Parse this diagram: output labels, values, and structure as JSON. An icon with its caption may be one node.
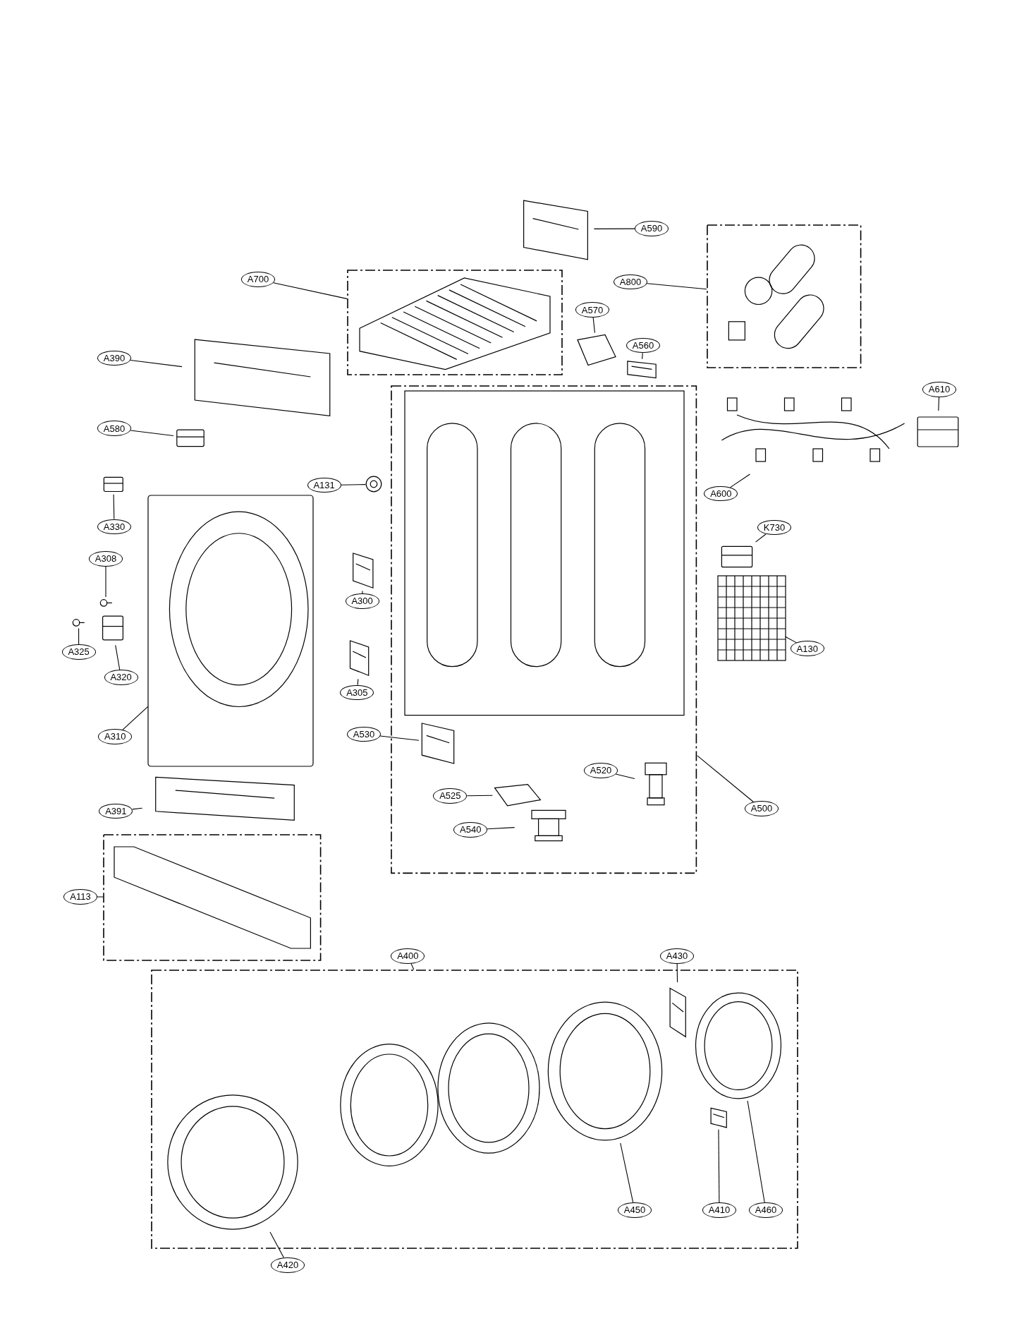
{
  "diagram": {
    "nodes": [
      {
        "text": [
          "A590"
        ]
      },
      {
        "text": [],
        "shape": "picture"
      },
      {
        "text": [
          "A700"
        ]
      },
      {
        "text": [],
        "shape": "box"
      },
      {
        "text": [],
        "shape": "picture",
        "in": 3
      },
      {
        "text": [
          "A800"
        ]
      },
      {
        "text": [],
        "shape": "box"
      },
      {
        "text": [],
        "shape": "picture",
        "in": 6
      },
      {
        "text": [
          "A570"
        ]
      },
      {
        "text": [],
        "shape": "picture"
      },
      {
        "text": [
          "A560"
        ]
      },
      {
        "text": [],
        "shape": "picture"
      },
      {
        "text": [
          "A390"
        ]
      },
      {
        "text": [],
        "shape": "picture"
      },
      {
        "text": [
          "A580"
        ]
      },
      {
        "text": [],
        "shape": "picture"
      },
      {
        "text": [
          "A610"
        ]
      },
      {
        "text": [],
        "shape": "picture"
      },
      {
        "text": [
          "A131"
        ]
      },
      {
        "text": [],
        "shape": "picture"
      },
      {
        "text": [
          "A600"
        ]
      },
      {
        "text": [],
        "shape": "picture"
      },
      {
        "text": [
          "A330"
        ]
      },
      {
        "text": [],
        "shape": "picture"
      },
      {
        "text": [
          "K730"
        ]
      },
      {
        "text": [],
        "shape": "picture"
      },
      {
        "text": [
          "A308"
        ]
      },
      {
        "text": [],
        "shape": "picture"
      },
      {
        "text": [
          "A300"
        ]
      },
      {
        "text": [],
        "shape": "picture"
      },
      {
        "text": [
          "A130"
        ]
      },
      {
        "text": [],
        "shape": "picture"
      },
      {
        "text": [
          "A325"
        ]
      },
      {
        "text": [],
        "shape": "picture"
      },
      {
        "text": [
          "A320"
        ]
      },
      {
        "text": [],
        "shape": "picture"
      },
      {
        "text": [
          "A305"
        ]
      },
      {
        "text": [],
        "shape": "picture"
      },
      {
        "text": [
          "A310"
        ]
      },
      {
        "text": [],
        "shape": "picture"
      },
      {
        "text": [
          "A500"
        ]
      },
      {
        "text": [],
        "shape": "box"
      },
      {
        "text": [],
        "shape": "picture",
        "in": 41
      },
      {
        "text": [
          "A530"
        ]
      },
      {
        "text": [],
        "shape": "picture",
        "in": 41
      },
      {
        "text": [
          "A520"
        ],
        "in": 41
      },
      {
        "text": [],
        "shape": "picture",
        "in": 41
      },
      {
        "text": [
          "A525"
        ],
        "in": 41
      },
      {
        "text": [],
        "shape": "picture",
        "in": 41
      },
      {
        "text": [
          "A540"
        ],
        "in": 41
      },
      {
        "text": [],
        "shape": "picture",
        "in": 41
      },
      {
        "text": [
          "A391"
        ]
      },
      {
        "text": [],
        "shape": "picture"
      },
      {
        "text": [
          "A113"
        ]
      },
      {
        "text": [],
        "shape": "box"
      },
      {
        "text": [],
        "shape": "picture",
        "in": 54
      },
      {
        "text": [
          "A400"
        ]
      },
      {
        "text": [],
        "shape": "box"
      },
      {
        "text": [
          "A430"
        ]
      },
      {
        "text": [],
        "shape": "picture",
        "in": 57
      },
      {
        "text": [
          "A450"
        ],
        "in": 57
      },
      {
        "text": [],
        "shape": "picture",
        "in": 57
      },
      {
        "text": [
          "A410"
        ],
        "in": 57
      },
      {
        "text": [],
        "shape": "picture",
        "in": 57
      },
      {
        "text": [
          "A460"
        ],
        "in": 57
      },
      {
        "text": [],
        "shape": "picture",
        "in": 57
      },
      {
        "text": [
          "A420"
        ]
      },
      {
        "text": [],
        "shape": "picture",
        "in": 57
      }
    ],
    "edges": [
      {
        "from": 0,
        "to": 1,
        "arrow": "none"
      },
      {
        "from": 2,
        "to": 3,
        "arrow": "none"
      },
      {
        "from": 5,
        "to": 6,
        "arrow": "none"
      },
      {
        "from": 8,
        "to": 9,
        "arrow": "none"
      },
      {
        "from": 10,
        "to": 11,
        "arrow": "none"
      },
      {
        "from": 12,
        "to": 13,
        "arrow": "none"
      },
      {
        "from": 14,
        "to": 15,
        "arrow": "none"
      },
      {
        "from": 16,
        "to": 17,
        "arrow": "none"
      },
      {
        "from": 18,
        "to": 19,
        "arrow": "none"
      },
      {
        "from": 20,
        "to": 21,
        "arrow": "none"
      },
      {
        "from": 22,
        "to": 23,
        "arrow": "none"
      },
      {
        "from": 24,
        "to": 25,
        "arrow": "none"
      },
      {
        "from": 26,
        "to": 27,
        "arrow": "none"
      },
      {
        "from": 28,
        "to": 29,
        "arrow": "none"
      },
      {
        "from": 30,
        "to": 31,
        "arrow": "none"
      },
      {
        "from": 32,
        "to": 33,
        "arrow": "none"
      },
      {
        "from": 34,
        "to": 35,
        "arrow": "none"
      },
      {
        "from": 36,
        "to": 37,
        "arrow": "none"
      },
      {
        "from": 38,
        "to": 39,
        "arrow": "none"
      },
      {
        "from": 40,
        "to": 41,
        "arrow": "none"
      },
      {
        "from": 43,
        "to": 44,
        "arrow": "none"
      },
      {
        "from": 45,
        "to": 46,
        "arrow": "none"
      },
      {
        "from": 47,
        "to": 48,
        "arrow": "none"
      },
      {
        "from": 49,
        "to": 50,
        "arrow": "none"
      },
      {
        "from": 51,
        "to": 52,
        "arrow": "none"
      },
      {
        "from": 53,
        "to": 54,
        "arrow": "none"
      },
      {
        "from": 56,
        "to": 57,
        "arrow": "none"
      },
      {
        "from": 58,
        "to": 59,
        "arrow": "none"
      },
      {
        "from": 60,
        "to": 61,
        "arrow": "none"
      },
      {
        "from": 62,
        "to": 63,
        "arrow": "none"
      },
      {
        "from": 64,
        "to": 65,
        "arrow": "none"
      },
      {
        "from": 66,
        "to": 67,
        "arrow": "none"
      }
    ]
  }
}
